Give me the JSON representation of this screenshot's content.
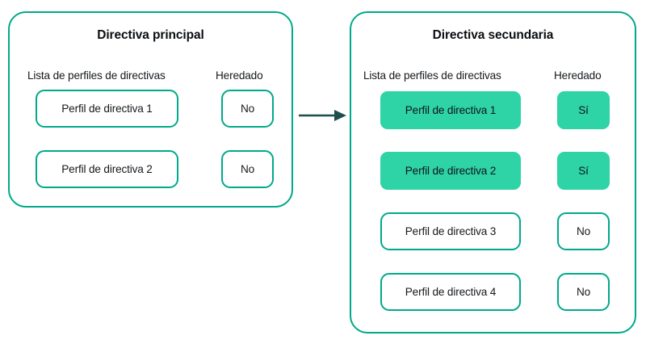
{
  "colors": {
    "accent_border": "#00a98a",
    "accent_fill": "#2ed3a6",
    "arrow": "#1e4f4c",
    "text": "#15181c",
    "background": "#ffffff"
  },
  "panels": [
    {
      "id": "primary",
      "title": "Directiva principal",
      "columns": {
        "profiles": "Lista de perfiles de directivas",
        "inherited": "Heredado"
      },
      "rows": [
        {
          "profile": "Perfil de directiva 1",
          "inherited": "No",
          "highlighted": false
        },
        {
          "profile": "Perfil de directiva 2",
          "inherited": "No",
          "highlighted": false
        }
      ]
    },
    {
      "id": "secondary",
      "title": "Directiva secundaria",
      "columns": {
        "profiles": "Lista de perfiles de directivas",
        "inherited": "Heredado"
      },
      "rows": [
        {
          "profile": "Perfil de directiva 1",
          "inherited": "Sí",
          "highlighted": true
        },
        {
          "profile": "Perfil de directiva 2",
          "inherited": "Sí",
          "highlighted": true
        },
        {
          "profile": "Perfil de directiva 3",
          "inherited": "No",
          "highlighted": false
        },
        {
          "profile": "Perfil de directiva 4",
          "inherited": "No",
          "highlighted": false
        }
      ]
    }
  ],
  "connector": {
    "icon": "arrow-right-icon",
    "direction": "left-to-right",
    "label": ""
  }
}
